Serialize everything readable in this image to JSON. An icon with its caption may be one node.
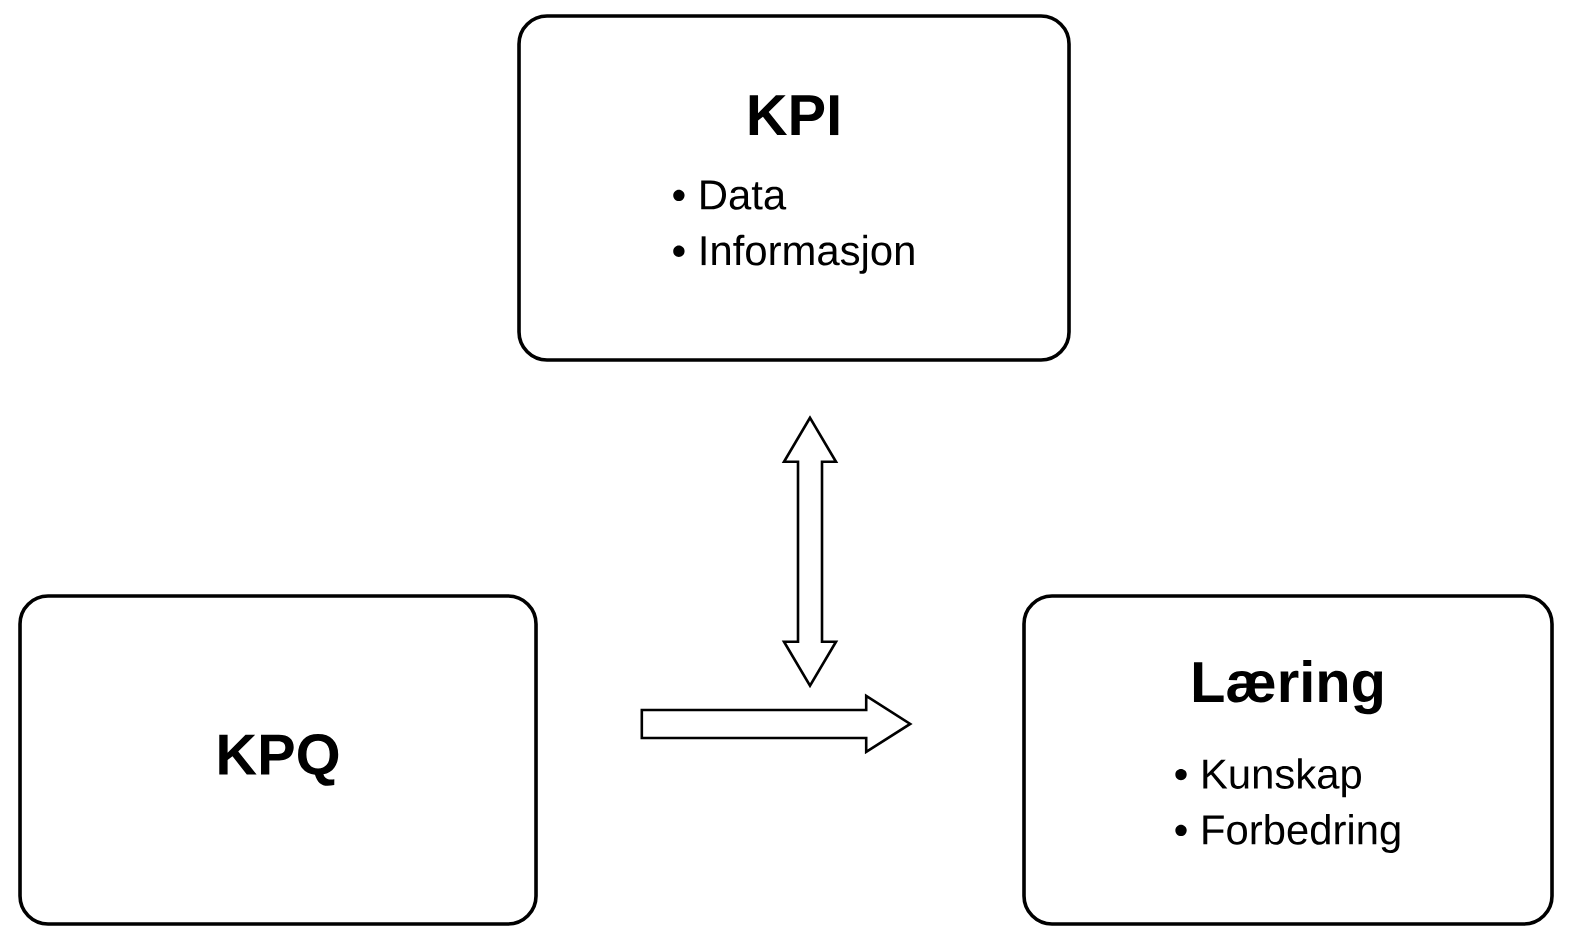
{
  "diagram": {
    "nodes": [
      {
        "text": [
          "KPI",
          "• Data",
          "• Informasjon"
        ]
      },
      {
        "text": [
          "KPQ"
        ]
      },
      {
        "text": [
          "Læring",
          "• Kunskap",
          "• Forbedring"
        ]
      }
    ],
    "edges": [
      {
        "from": 1,
        "to": 2,
        "arrow": "to"
      },
      {
        "from": 0,
        "to": null,
        "arrow": "both"
      }
    ]
  }
}
